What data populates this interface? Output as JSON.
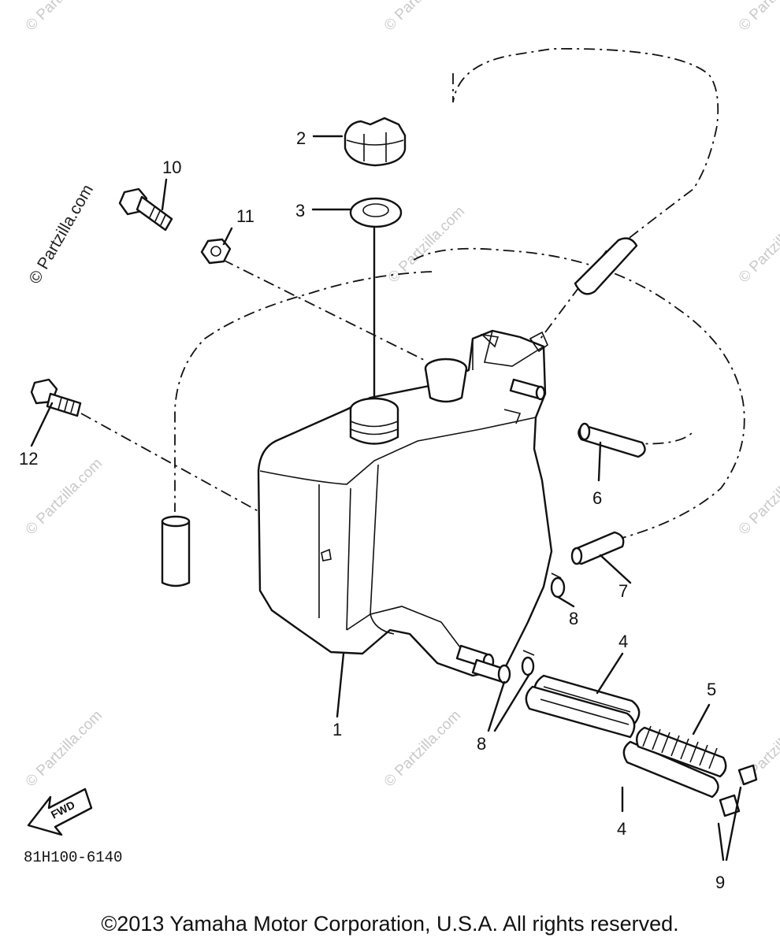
{
  "diagram": {
    "callouts": {
      "c1": "1",
      "c2": "2",
      "c3": "3",
      "c4a": "4",
      "c4b": "4",
      "c5": "5",
      "c6": "6",
      "c7": "7",
      "c8a": "8",
      "c8b": "8",
      "c9": "9",
      "c10": "10",
      "c11": "11",
      "c12": "12"
    },
    "fwd_label": "FWD",
    "part_code": "81H100-6140",
    "watermark": "© Partzilla.com"
  },
  "footer": {
    "copyright": "©2013 Yamaha Motor Corporation, U.S.A. All rights reserved."
  }
}
